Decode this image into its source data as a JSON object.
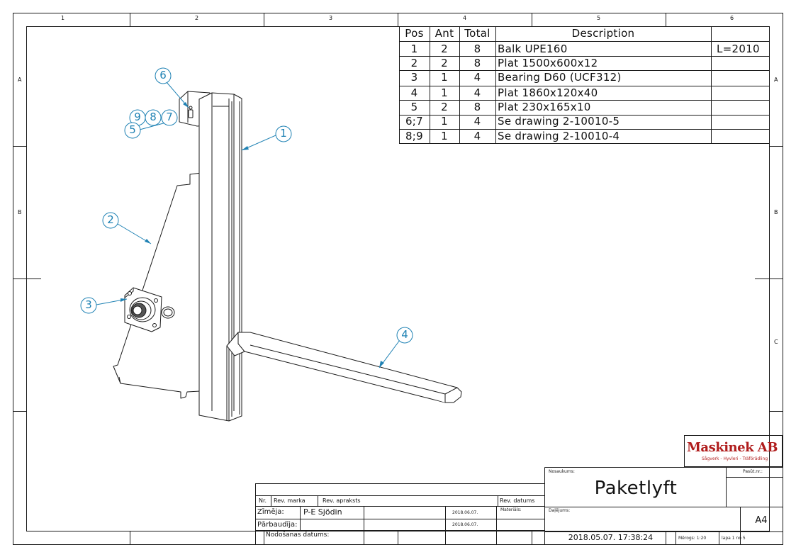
{
  "zone_columns": [
    "1",
    "2",
    "3",
    "4",
    "5",
    "6"
  ],
  "zone_rows": [
    "A",
    "B",
    "C"
  ],
  "bom": {
    "headers": {
      "pos": "Pos",
      "ant": "Ant",
      "total": "Total",
      "description": "Description"
    },
    "rows": [
      {
        "pos": "1",
        "ant": "2",
        "total": "8",
        "description": "Balk UPE160",
        "note": "L=2010"
      },
      {
        "pos": "2",
        "ant": "2",
        "total": "8",
        "description": "Plat 1500x600x12",
        "note": ""
      },
      {
        "pos": "3",
        "ant": "1",
        "total": "4",
        "description": "Bearing D60 (UCF312)",
        "note": ""
      },
      {
        "pos": "4",
        "ant": "1",
        "total": "4",
        "description": "Plat 1860x120x40",
        "note": ""
      },
      {
        "pos": "5",
        "ant": "2",
        "total": "8",
        "description": "Plat 230x165x10",
        "note": ""
      },
      {
        "pos": "6;7",
        "ant": "1",
        "total": "4",
        "description": "Se drawing 2-10010-5",
        "note": ""
      },
      {
        "pos": "8;9",
        "ant": "1",
        "total": "4",
        "description": "Se drawing 2-10010-4",
        "note": ""
      }
    ]
  },
  "balloons": [
    "1",
    "2",
    "3",
    "4",
    "5",
    "6",
    "7",
    "8",
    "9"
  ],
  "logo": {
    "name": "Maskinek AB",
    "tagline": "Sågverk - Hyvleri - Träförädling"
  },
  "title_block": {
    "nosaukums_label": "Nosaukums:",
    "pasut_label": "Pasūt.nr.:",
    "title": "Paketlyft",
    "nr_label": "Nr.",
    "rev_marka_label": "Rev. marka",
    "rev_apraksts_label": "Rev. apraksts",
    "rev_datums_label": "Rev. datums",
    "zimeja_label": "Zīmēja:",
    "zimeja_value": "P-E Sjödin",
    "zimeja_date": "2018.06.07.",
    "parbaudija_label": "Pārbaudīja:",
    "parbaudija_date": "2018.06.07.",
    "nodosanas_label": "Nodošanas datums:",
    "materials_label": "Materiāls:",
    "daljums_label": "Daļējums:",
    "format": "A4",
    "timestamp": "2018.05.07. 17:38:24",
    "merogs": "Mērogs: 1:20",
    "lapa": "lapa 1 no 5"
  },
  "colors": {
    "line": "#1a1a1a",
    "balloon": "#1f82b4",
    "logo_red": "#b01c1c"
  }
}
